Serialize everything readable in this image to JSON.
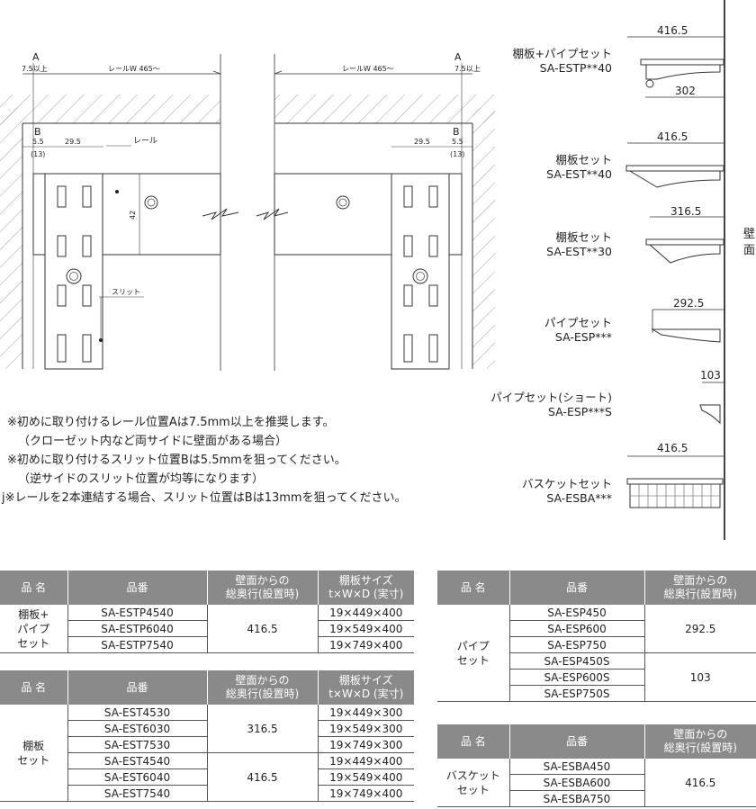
{
  "drawing": {
    "label_a": "A",
    "label_a_min": "7.5以上",
    "rail_width": "レールW 465～",
    "label_b": "B",
    "dim_55": "5.5",
    "dim_13": "(13)",
    "dim_295": "29.5",
    "label_rail": "レール",
    "dim_42": "42",
    "label_slit": "スリット"
  },
  "wall_label": "壁面",
  "products": [
    {
      "name": "棚板+パイプセット",
      "code": "SA-ESTP**40",
      "dim": "416.5",
      "sub_dim": "302"
    },
    {
      "name": "棚板セット",
      "code": "SA-EST**40",
      "dim": "416.5"
    },
    {
      "name": "棚板セット",
      "code": "SA-EST**30",
      "dim": "316.5"
    },
    {
      "name": "パイプセット",
      "code": "SA-ESP***",
      "dim": "292.5"
    },
    {
      "name": "パイプセット(ショート)",
      "code": "SA-ESP***S",
      "dim": "103"
    },
    {
      "name": "バスケットセット",
      "code": "SA-ESBA***",
      "dim": "416.5"
    }
  ],
  "notes": [
    "※初めに取り付けるレール位置Aは7.5mm以上を推奨します。",
    "（クローゼット内など両サイドに壁面がある場合）",
    "※初めに取り付けるスリット位置Bは5.5mmを狙ってください。",
    "（逆サイドのスリット位置が均等になります）",
    "j※レールを2本連結する場合、スリット位置はBは13mmを狙ってください。"
  ],
  "headers": {
    "name": "品 名",
    "code": "品番",
    "depth_1": "壁面からの",
    "depth_2": "総奥行(設置時)",
    "size_1": "棚板サイズ",
    "size_2": "t×W×D (実寸)"
  },
  "table1": {
    "name_lines": [
      "棚板+",
      "パイプ",
      "セット"
    ],
    "codes": [
      "SA-ESTP4540",
      "SA-ESTP6040",
      "SA-ESTP7540"
    ],
    "depth": "416.5",
    "sizes": [
      "19×449×400",
      "19×549×400",
      "19×749×400"
    ]
  },
  "table2": {
    "name_lines": [
      "棚板",
      "セット"
    ],
    "codes": [
      "SA-EST4530",
      "SA-EST6030",
      "SA-EST7530",
      "SA-EST4540",
      "SA-EST6040",
      "SA-EST7540"
    ],
    "depths": [
      "316.5",
      "416.5"
    ],
    "sizes": [
      "19×449×300",
      "19×549×300",
      "19×749×300",
      "19×449×400",
      "19×549×400",
      "19×749×400"
    ]
  },
  "table3": {
    "name_lines": [
      "パイプ",
      "セット"
    ],
    "codes": [
      "SA-ESP450",
      "SA-ESP600",
      "SA-ESP750",
      "SA-ESP450S",
      "SA-ESP600S",
      "SA-ESP750S"
    ],
    "depths": [
      "292.5",
      "103"
    ]
  },
  "table4": {
    "name_lines": [
      "バスケット",
      "セット"
    ],
    "codes": [
      "SA-ESBA450",
      "SA-ESBA600",
      "SA-ESBA750"
    ],
    "depth": "416.5"
  }
}
